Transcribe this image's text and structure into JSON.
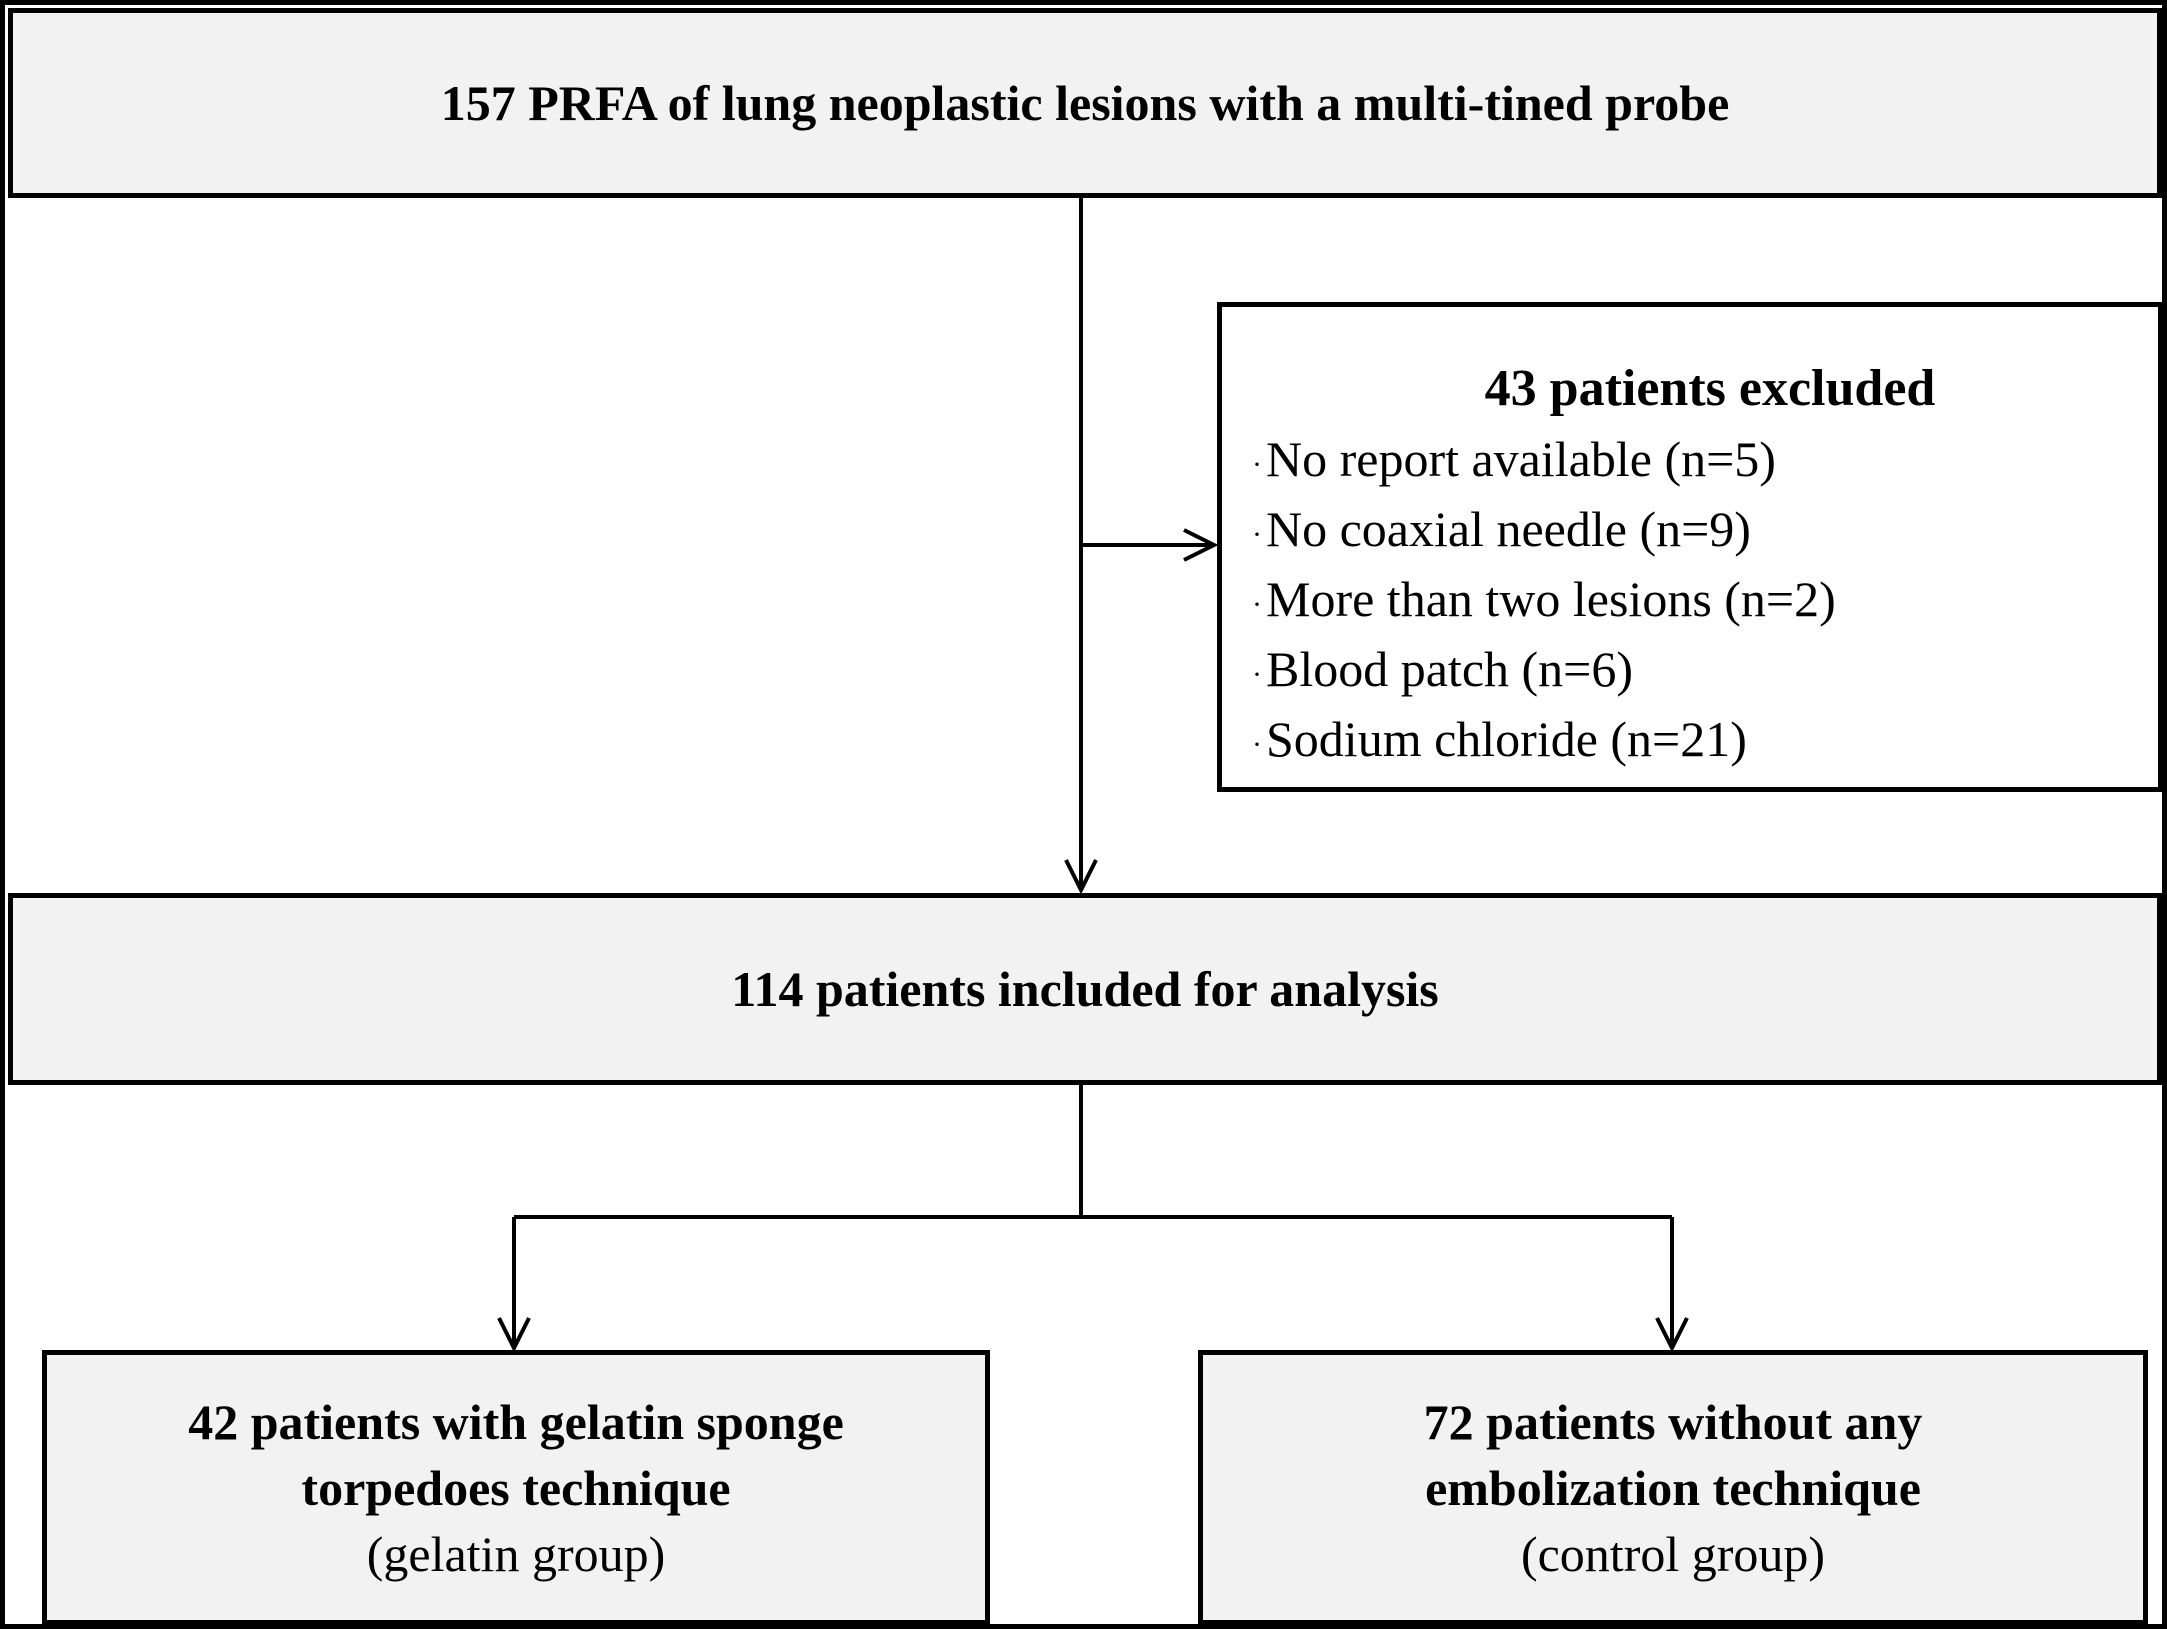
{
  "diagram": {
    "top_box": {
      "text": "157 PRFA of lung neoplastic lesions with a multi-tined probe"
    },
    "excluded_box": {
      "title": "43 patients excluded",
      "items": [
        "No report available  (n=5)",
        "No coaxial needle (n=9)",
        "More than two lesions (n=2)",
        "Blood patch (n=6)",
        "Sodium chloride (n=21)"
      ]
    },
    "included_box": {
      "text": "114 patients included for analysis"
    },
    "gelatin_box": {
      "line1": "42 patients with gelatin sponge",
      "line2": "torpedoes technique",
      "line3": "(gelatin  group)"
    },
    "control_box": {
      "line1": "72 patients without any",
      "line2": "embolization technique",
      "line3": "(control group)"
    }
  }
}
